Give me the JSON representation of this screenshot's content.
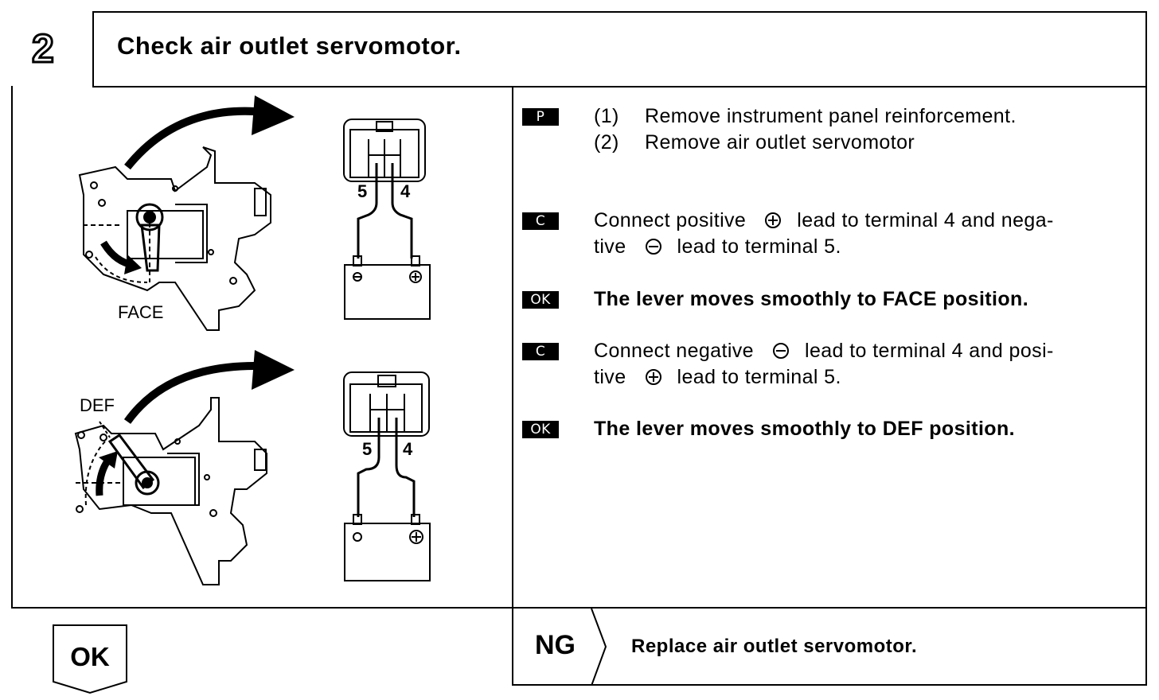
{
  "step": {
    "number": "2",
    "title": "Check air outlet servomotor."
  },
  "illustrations": {
    "face_label": "FACE",
    "def_label": "DEF",
    "terminal_5": "5",
    "terminal_4": "4"
  },
  "instructions": [
    {
      "badge": "P",
      "lines": [
        {
          "num": "(1)",
          "text": "Remove instrument panel reinforcement."
        },
        {
          "num": "(2)",
          "text": "Remove air outlet servomotor"
        }
      ]
    },
    {
      "badge": "C",
      "part1": "Connect positive",
      "part2": "lead to terminal 4 and nega-",
      "part3": "tive",
      "part4": "lead to terminal 5."
    },
    {
      "badge": "OK",
      "text": "The lever moves smoothly to FACE position."
    },
    {
      "badge": "C",
      "part1": "Connect negative",
      "part2": "lead to terminal 4 and posi-",
      "part3": "tive",
      "part4": "lead to terminal 5."
    },
    {
      "badge": "OK",
      "text": "The lever moves smoothly to DEF position."
    }
  ],
  "result": {
    "ok_label": "OK",
    "ng_label": "NG",
    "ng_action": "Replace air outlet servomotor."
  }
}
